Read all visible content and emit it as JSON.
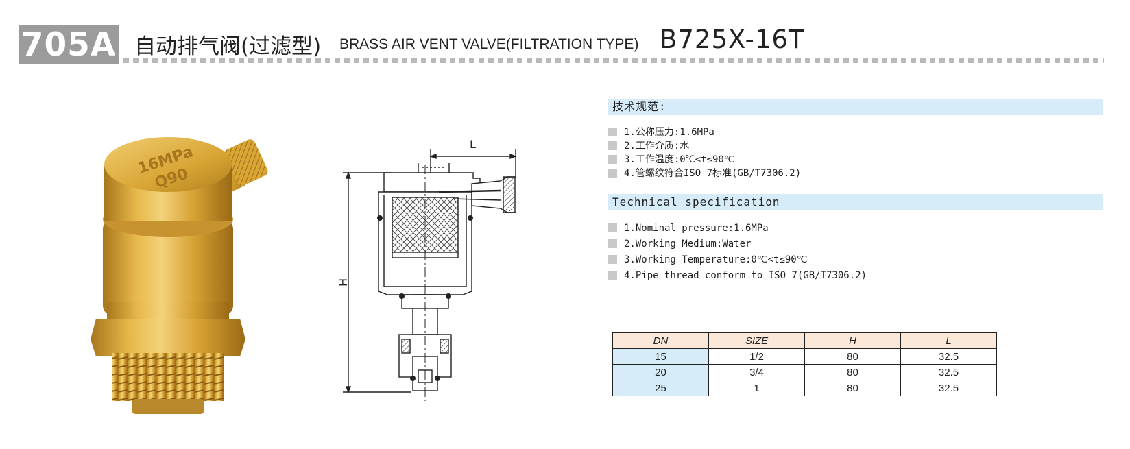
{
  "header": {
    "code": "705A",
    "title_cn": "自动排气阀(过滤型)",
    "title_en": "BRASS AIR VENT VALVE(FILTRATION TYPE)",
    "model": "B725X-16T"
  },
  "photo": {
    "cap_text_line1": "16MPa",
    "cap_text_line2": "Q90"
  },
  "drawing": {
    "label_l": "L",
    "label_h": "H"
  },
  "spec_cn": {
    "heading": "技术规范:",
    "items": [
      "1.公称压力:1.6MPa",
      "2.工作介质:水",
      "3.工作温度:0℃<t≤90℃",
      "4.管螺纹符合ISO 7标准(GB/T7306.2)"
    ]
  },
  "spec_en": {
    "heading": "Technical specification",
    "items": [
      "1.Nominal pressure:1.6MPa",
      "2.Working Medium:Water",
      "3.Working Temperature:0℃<t≤90℃",
      "4.Pipe thread conform to ISO 7(GB/T7306.2)"
    ]
  },
  "table": {
    "headers": [
      "DN",
      "SIZE",
      "H",
      "L"
    ],
    "rows": [
      [
        "15",
        "1/2",
        "80",
        "32.5"
      ],
      [
        "20",
        "3/4",
        "80",
        "32.5"
      ],
      [
        "25",
        "1",
        "80",
        "32.5"
      ]
    ]
  },
  "colors": {
    "badge": "#9b9b9b",
    "spec_heading_bg": "#d6ecf8",
    "table_header_bg": "#fbe8d8",
    "table_dn_bg": "#d6ecf8",
    "brass": "#d9a630"
  }
}
